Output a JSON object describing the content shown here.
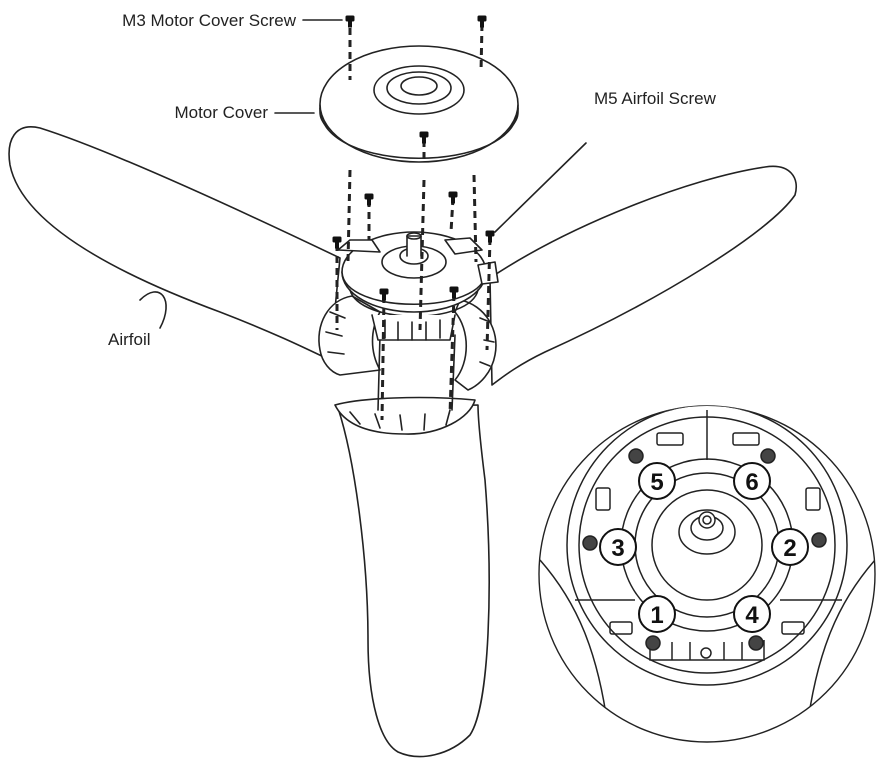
{
  "labels": {
    "motor_cover_screw": "M3 Motor Cover Screw",
    "motor_cover": "Motor Cover",
    "airfoil_screw": "M5 Airfoil Screw",
    "airfoil": "Airfoil"
  },
  "detail": {
    "screw_order": [
      "5",
      "6",
      "3",
      "2",
      "1",
      "4"
    ]
  },
  "colors": {
    "line": "#222222",
    "background": "#ffffff"
  }
}
